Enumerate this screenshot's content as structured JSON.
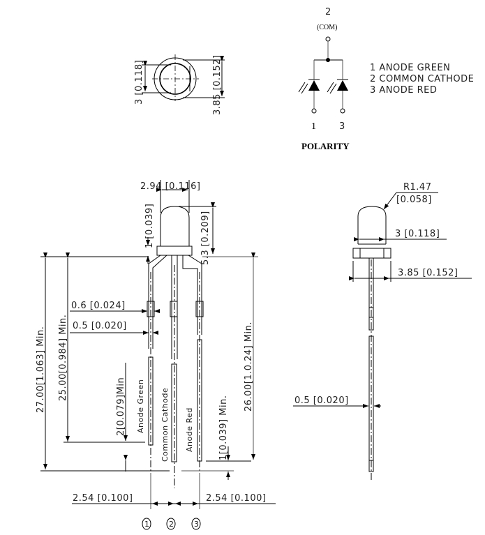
{
  "top_view": {
    "dim_inner": "3 [0.118]",
    "dim_outer": "3.85 [0.152]"
  },
  "polarity": {
    "com_number": "2",
    "com_label": "(COM)",
    "pin_left": "1",
    "pin_right": "3",
    "title": "POLARITY",
    "legend": [
      "1 ANODE GREEN",
      "2 COMMON CATHODE",
      "3 ANODE RED"
    ]
  },
  "front_view": {
    "lens_width": "2.94 [0.116]",
    "flange_height": "1 [0.039]",
    "body_height": "5.3 [0.209]",
    "lead_wide": "0.6 [0.024]",
    "lead_narrow": "0.5 [0.020]",
    "len_27": "27.00[1.063] Min.",
    "len_25": "25.00[0.984] Min.",
    "len_26": "26.00[1.0.24] Min.",
    "len_2": "2[0.079]Min",
    "len_1": "1[0.039] Min.",
    "pin_labels": [
      "Anode Green",
      "Common Cathode",
      "Anode Red"
    ],
    "pitch_left": "2.54 [0.100]",
    "pitch_right": "2.54 [0.100]",
    "pin_numbers": [
      "1",
      "2",
      "3"
    ]
  },
  "side_view": {
    "radius": "R1.47",
    "radius_in": "[0.058]",
    "lens_dia": "3 [0.118]",
    "flange_dia": "3.85 [0.152]",
    "lead_dia": "0.5 [0.020]"
  }
}
